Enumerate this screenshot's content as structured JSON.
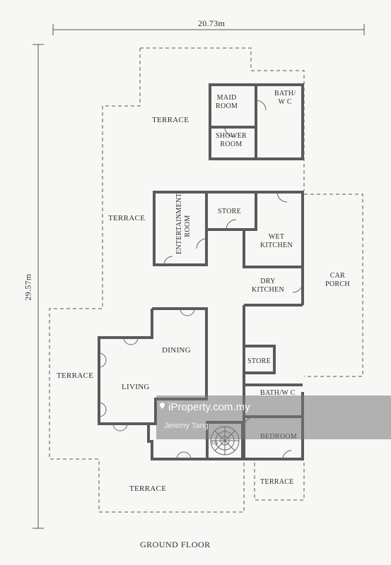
{
  "dimensions": {
    "width_label": "20.73m",
    "height_label": "29.57m"
  },
  "rooms": {
    "maid": "MAID\nROOM",
    "bath_top": "BATH/\nW C",
    "shower": "SHOWER\nROOM",
    "terrace_top": "TERRACE",
    "terrace_left_upper": "TERRACE",
    "entertainment": "ENTERTAINMENT\nROOM",
    "store_upper": "STORE",
    "wet_kitchen": "WET\nKITCHEN",
    "dry_kitchen": "DRY\nKITCHEN",
    "car_porch": "CAR\nPORCH",
    "dining": "DINING",
    "terrace_left": "TERRACE",
    "living": "LIVING",
    "store_lower": "STORE",
    "bath_lower": "BATH/W C",
    "bedroom": "BEDROOM",
    "stair_label": "Up",
    "terrace_bottom": "TERRACE",
    "terrace_bottom_right": "TERRACE"
  },
  "title": "GROUND FLOOR",
  "watermark": {
    "brand": "iProperty.com.my",
    "agent": "Jeremy Tang"
  }
}
